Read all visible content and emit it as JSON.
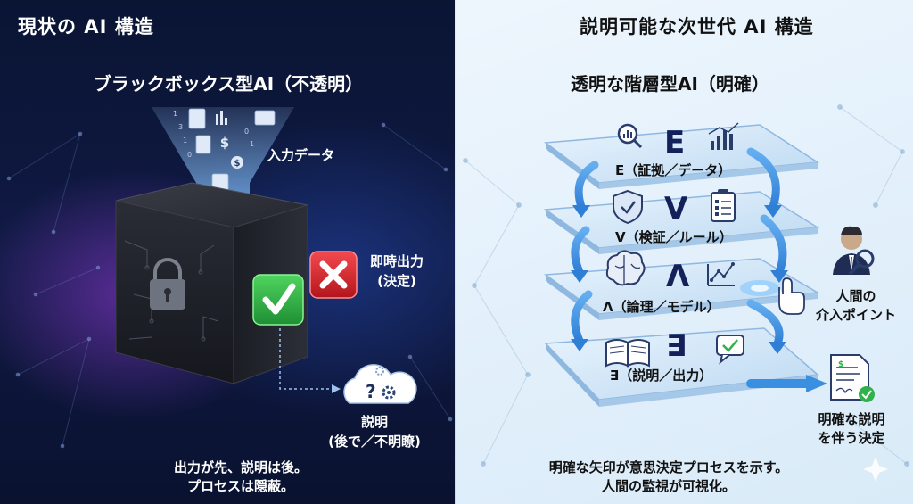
{
  "left": {
    "title": "現状の AI 構造",
    "subtitle": "ブラックボックス型AI（不透明）",
    "input_label": "入力データ",
    "output_label_line1": "即時出力",
    "output_label_line2": "(決定)",
    "explain_line1": "説明",
    "explain_line2": "(後で／不明瞭)",
    "caption_line1": "出力が先、説明は後。",
    "caption_line2": "プロセスは隠蔽。"
  },
  "right": {
    "title": "説明可能な次世代 AI 構造",
    "subtitle": "透明な階層型AI（明確）",
    "layers": [
      {
        "symbol": "E",
        "label": "E（証拠／データ）"
      },
      {
        "symbol": "V",
        "label": "V（検証／ルール）"
      },
      {
        "symbol": "Λ",
        "label": "Λ（論理／モデル）"
      },
      {
        "symbol": "∃",
        "label": "∃（説明／出力）"
      }
    ],
    "human_label_line1": "人間の",
    "human_label_line2": "介入ポイント",
    "result_label_line1": "明確な説明",
    "result_label_line2": "を伴う決定",
    "caption_line1": "明確な矢印が意思決定プロセスを示す。",
    "caption_line2": "人間の監視が可視化。"
  },
  "colors": {
    "left_bg": "#0a1433",
    "right_bg": "#e3f0fb",
    "check_green": "#2fb24a",
    "cross_red": "#d9232d",
    "arrow_blue": "#3b8fe0"
  }
}
